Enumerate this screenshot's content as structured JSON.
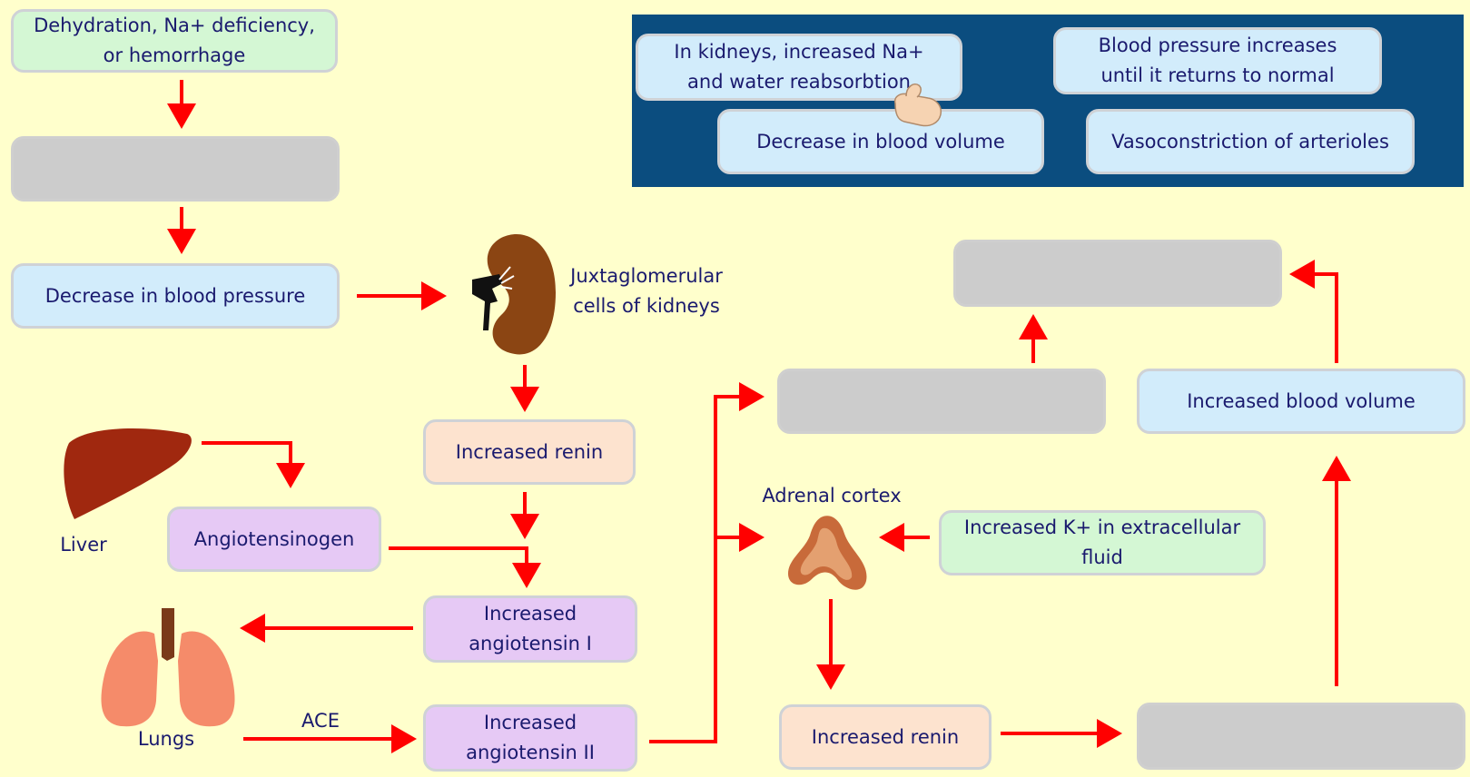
{
  "answer_bank": {
    "card_reabsorption_line1": "In kidneys, increased Na+",
    "card_reabsorption_line2": "and water reabsorbtion",
    "card_bp_increases_line1": "Blood pressure increases",
    "card_bp_increases_line2": "until it returns to normal",
    "card_decrease_volume": "Decrease in blood volume",
    "card_vasoconstriction": "Vasoconstriction of arterioles"
  },
  "flow": {
    "dehydration_line1": "Dehydration, Na+ deficiency,",
    "dehydration_line2": "or hemorrhage",
    "decrease_bp": "Decrease in blood pressure",
    "juxta_line1": "Juxtaglomerular",
    "juxta_line2": "cells of kidneys",
    "renin1": "Increased renin",
    "liver": "Liver",
    "angiotensinogen": "Angiotensinogen",
    "ang1_line1": "Increased",
    "ang1_line2": "angiotensin I",
    "lungs": "Lungs",
    "ace": "ACE",
    "ang2_line1": "Increased",
    "ang2_line2": "angiotensin II",
    "adrenal": "Adrenal cortex",
    "k_line1": "Increased K+ in extracellular",
    "k_line2": "fluid",
    "renin2": "Increased renin",
    "blood_volume": "Increased blood volume"
  },
  "colors": {
    "arrow": "#ff0000",
    "panel": "#0b4d7f",
    "background": "#ffffcc"
  }
}
